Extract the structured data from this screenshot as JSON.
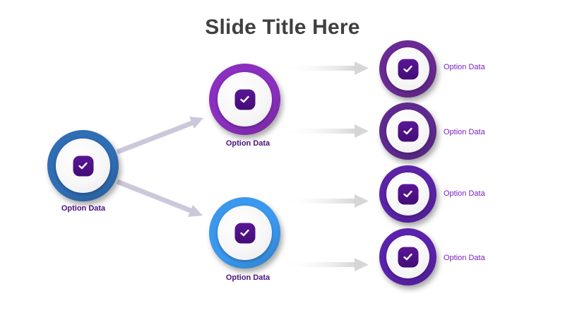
{
  "slide": {
    "title": "Slide Title Here"
  },
  "colors": {
    "root_ring": "#2f6db5",
    "branch_top_ring": "#8a2fbe",
    "branch_bottom_ring": "#3a98ee",
    "leaf_ring_1": "#6a2a94",
    "leaf_ring_2": "#5e2a90",
    "leaf_ring_3": "#5a23a8",
    "leaf_ring_4": "#5b22ad",
    "badge": "#5a1795",
    "connector_root": "#c9c3da",
    "connector_leaf": "#d8d8d8"
  },
  "root": {
    "label": "Option Data",
    "icon": "check-square-icon"
  },
  "branches": [
    {
      "label": "Option Data",
      "icon": "check-square-icon"
    },
    {
      "label": "Option Data",
      "icon": "check-square-icon"
    }
  ],
  "leaves": [
    {
      "label": "Option Data",
      "icon": "check-square-icon"
    },
    {
      "label": "Option Data",
      "icon": "check-square-icon"
    },
    {
      "label": "Option Data",
      "icon": "check-square-icon"
    },
    {
      "label": "Option Data",
      "icon": "check-square-icon"
    }
  ]
}
